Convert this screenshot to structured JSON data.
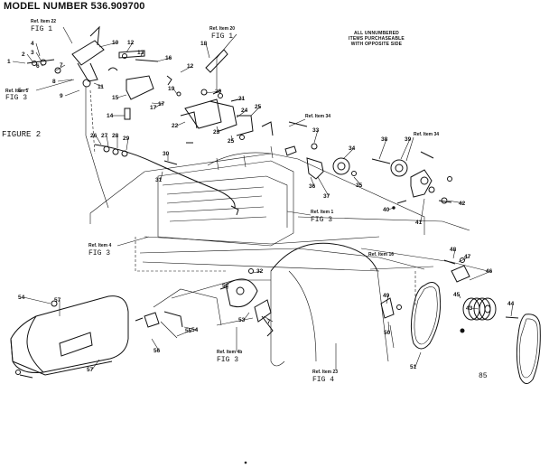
{
  "title": "MODEL NUMBER 536.909700",
  "figure_label": "FIGURE 2",
  "note_lines": [
    "ALL UNNUMBERED",
    "ITEMS PURCHASEABLE",
    "WITH OPPOSITE SIDE"
  ],
  "corner_code": "85",
  "colors": {
    "ink": "#111111",
    "paper": "#ffffff"
  },
  "ref_callouts": [
    {
      "id": "r22",
      "ref": "Ref. Item 22",
      "fig": "FIG 1"
    },
    {
      "id": "r20",
      "ref": "Ref. Item 20",
      "fig": "FIG 1"
    },
    {
      "id": "r5",
      "ref": "Ref. Item 5",
      "fig": "FIG 3"
    },
    {
      "id": "r34",
      "ref": "Ref. Item 34",
      "fig": ""
    },
    {
      "id": "r34b",
      "ref": "Ref. Item 34",
      "fig": ""
    },
    {
      "id": "r1",
      "ref": "Ref. Item 1",
      "fig": "FIG 3"
    },
    {
      "id": "r4",
      "ref": "Ref. Item 4",
      "fig": "FIG 3"
    },
    {
      "id": "r16",
      "ref": "Ref. Item 16",
      "fig": ""
    },
    {
      "id": "r4b",
      "ref": "Ref. Item 4b",
      "fig": "FIG 3"
    },
    {
      "id": "r23",
      "ref": "Ref. Item 23",
      "fig": "FIG 4"
    }
  ],
  "part_numbers": [
    "1",
    "2",
    "3",
    "4",
    "5",
    "6",
    "7",
    "8",
    "9",
    "10",
    "11",
    "12",
    "13",
    "14",
    "15",
    "16",
    "17",
    "18",
    "19",
    "20",
    "21",
    "22",
    "23",
    "24",
    "25",
    "26",
    "27",
    "28",
    "29",
    "30",
    "31",
    "32",
    "33",
    "34",
    "35",
    "36",
    "37",
    "38",
    "39",
    "40",
    "41",
    "42",
    "43",
    "44",
    "45",
    "46",
    "47",
    "48",
    "49",
    "50",
    "51",
    "52",
    "53",
    "54",
    "55",
    "56",
    "57"
  ]
}
